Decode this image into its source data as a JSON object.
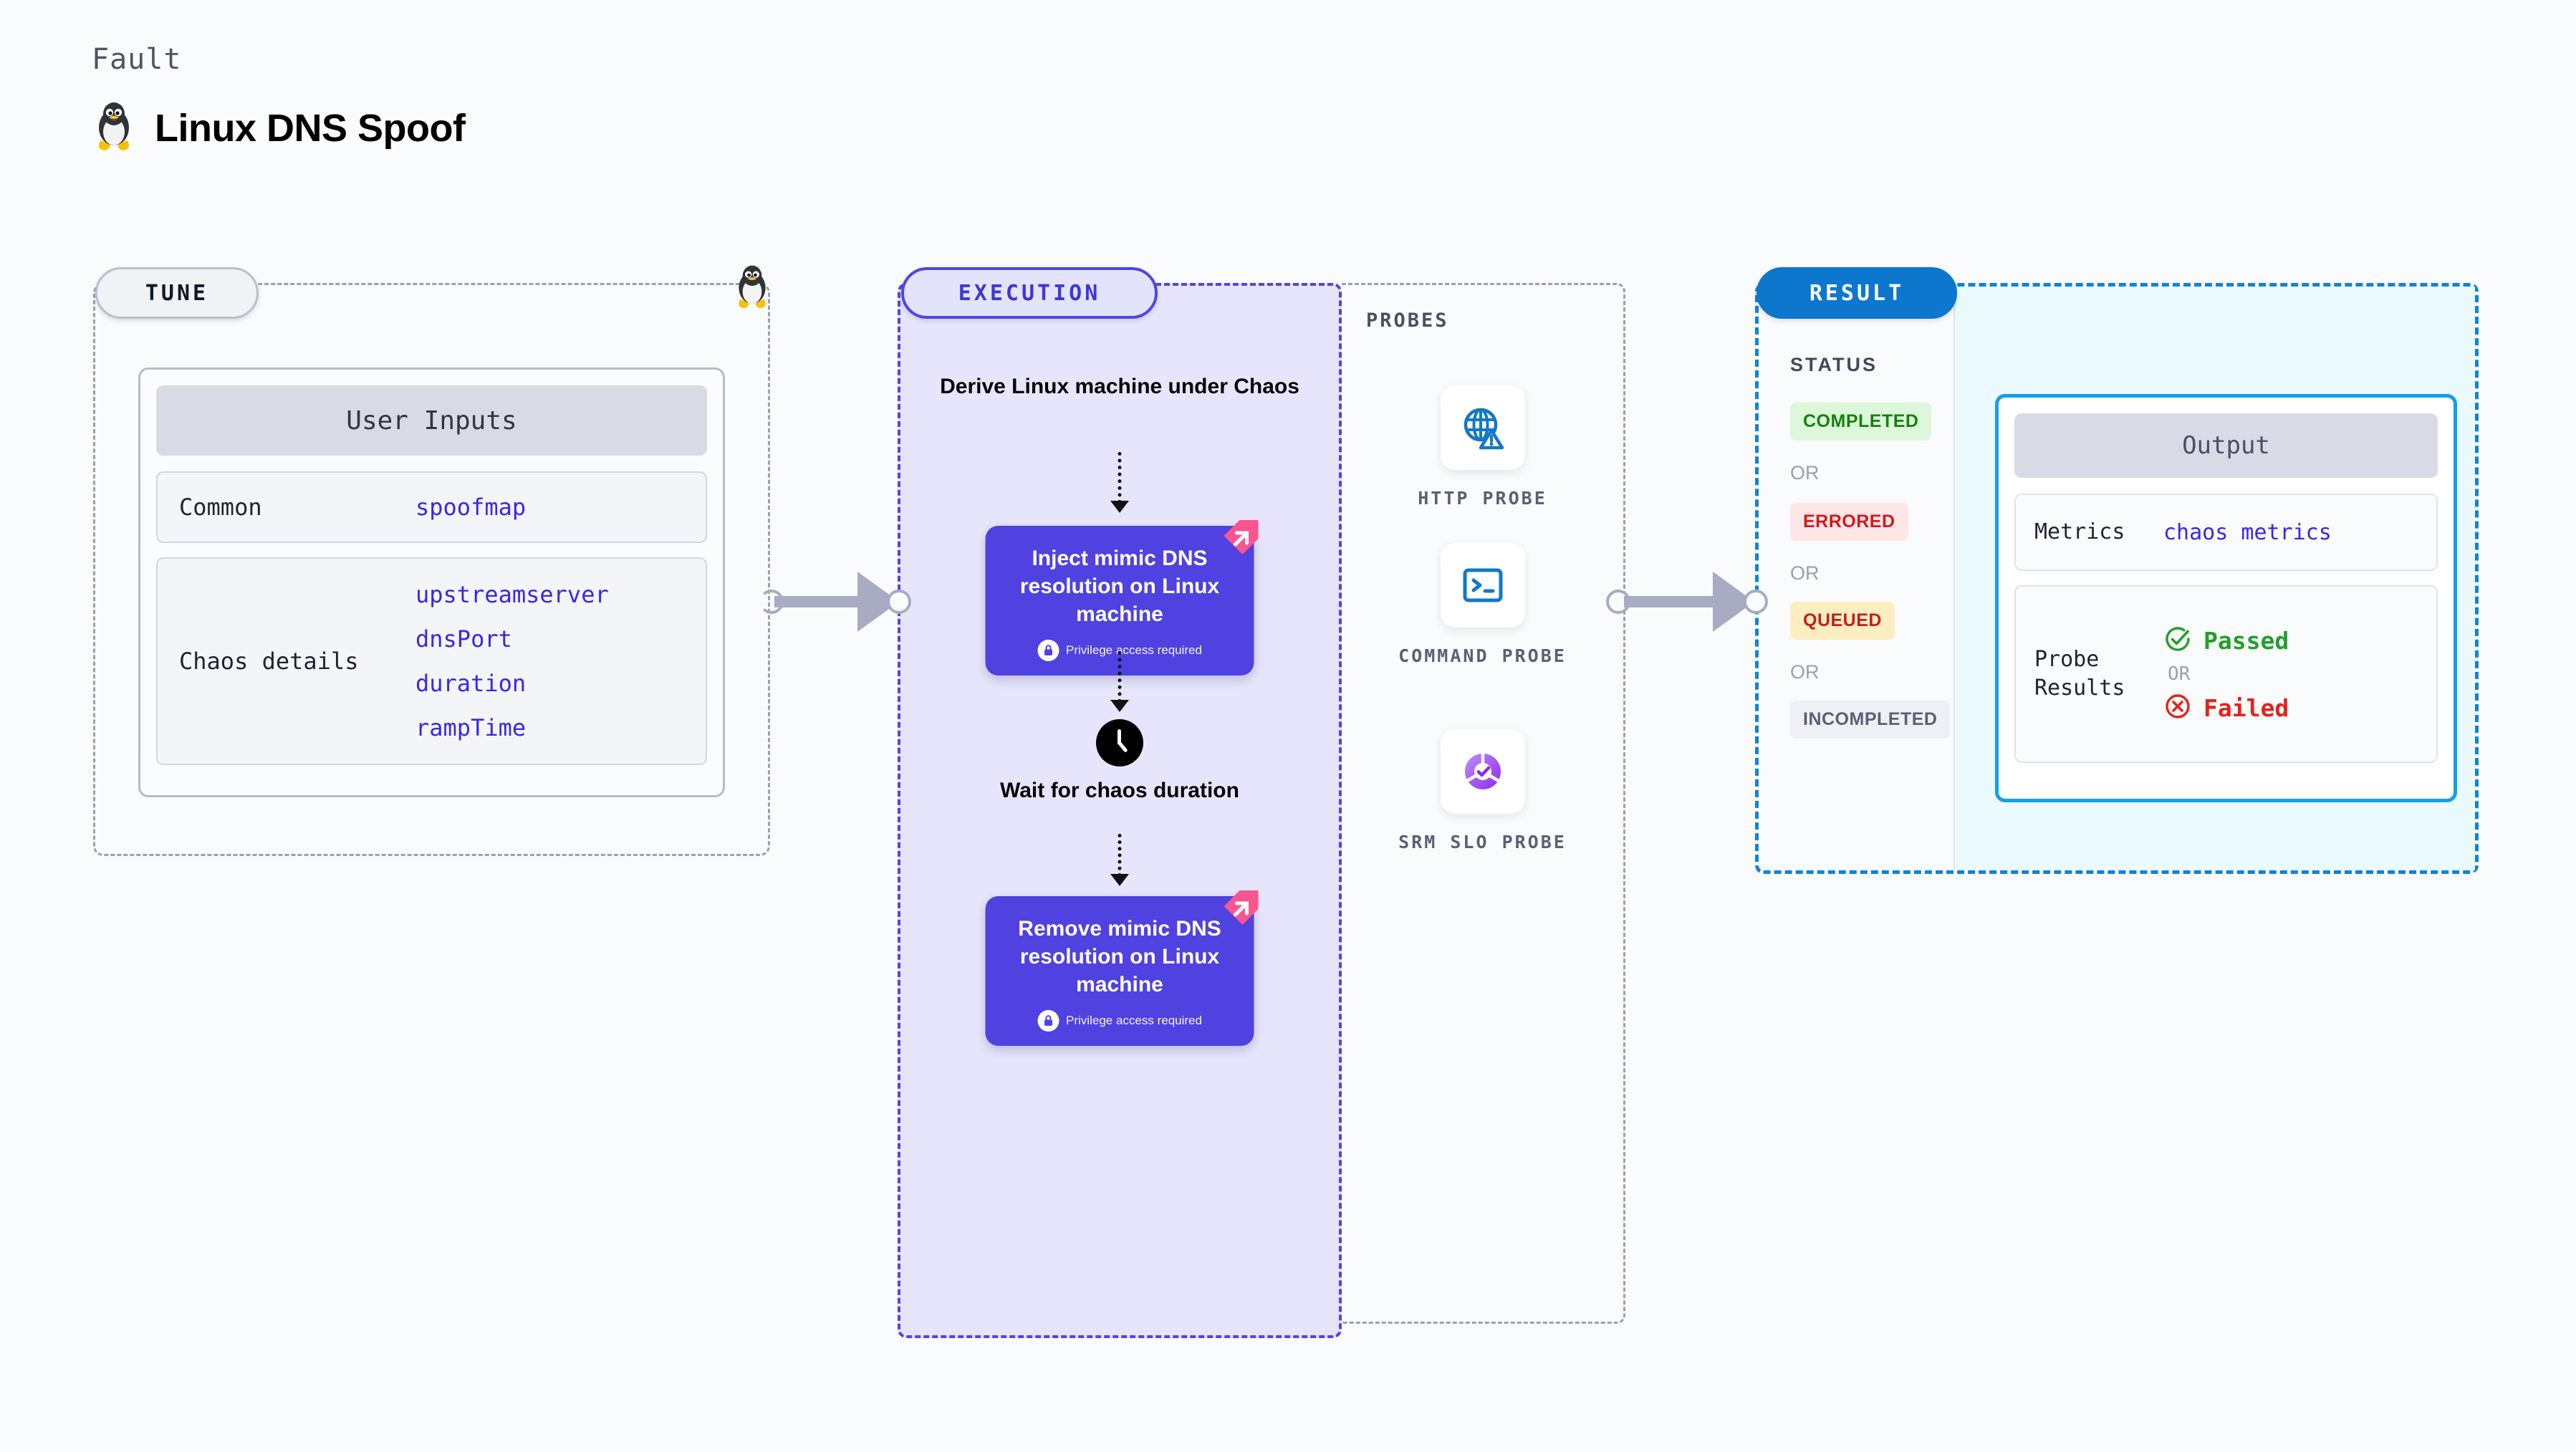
{
  "header": {
    "kicker": "Fault",
    "title": "Linux DNS Spoof",
    "icon": "linux-tux-icon"
  },
  "tune": {
    "pill_label": "TUNE",
    "border_icon": "linux-tux-icon",
    "card_title": "User Inputs",
    "rows": [
      {
        "label": "Common",
        "values": [
          "spoofmap"
        ]
      },
      {
        "label": "Chaos details",
        "values": [
          "upstreamserver",
          "dnsPort",
          "duration",
          "rampTime"
        ]
      }
    ]
  },
  "execution": {
    "pill_label": "EXECUTION",
    "derive_text": "Derive Linux machine under Chaos",
    "inject_node": {
      "title": "Inject mimic DNS resolution on Linux machine",
      "privilege_note": "Privilege access required",
      "lock_icon": "lock-icon",
      "ribbon_icon": "chaos-ribbon-icon"
    },
    "wait_node": {
      "icon": "clock-icon",
      "label": "Wait for chaos duration"
    },
    "remove_node": {
      "title": "Remove mimic DNS resolution on Linux machine",
      "privilege_note": "Privilege access required",
      "lock_icon": "lock-icon",
      "ribbon_icon": "chaos-ribbon-icon"
    }
  },
  "probes": {
    "section_label": "PROBES",
    "items": [
      {
        "name": "HTTP PROBE",
        "icon": "globe-warning-icon"
      },
      {
        "name": "COMMAND PROBE",
        "icon": "terminal-icon"
      },
      {
        "name": "SRM SLO PROBE",
        "icon": "slo-donut-check-icon"
      }
    ]
  },
  "result": {
    "pill_label": "RESULT",
    "status_label": "STATUS",
    "or_label": "OR",
    "statuses": [
      {
        "label": "COMPLETED",
        "color": "#16810f",
        "bg": "#ddf7da"
      },
      {
        "label": "ERRORED",
        "color": "#cf1a1a",
        "bg": "#fde6e6"
      },
      {
        "label": "QUEUED",
        "color": "#bf2020",
        "bg": "#fdeec2"
      },
      {
        "label": "INCOMPLETED",
        "color": "#5a6173",
        "bg": "#eef0f5"
      }
    ],
    "output": {
      "card_title": "Output",
      "metrics_label": "Metrics",
      "metrics_value": "chaos metrics",
      "probe_results_label": "Probe Results",
      "passed_label": "Passed",
      "failed_label": "Failed",
      "or_label": "OR",
      "passed_icon": "check-circle-icon",
      "failed_icon": "x-circle-icon"
    }
  },
  "colors": {
    "indigo": "#4f42e0",
    "indigo_border": "#4f46e5",
    "result_blue": "#0d76cd",
    "output_border": "#12a0e8",
    "value_blue": "#3a26e8",
    "ribbon_pink": "#f9558f",
    "passed_green": "#22a02a",
    "failed_red": "#e0241c",
    "arrow_gray": "#a9abc2"
  }
}
